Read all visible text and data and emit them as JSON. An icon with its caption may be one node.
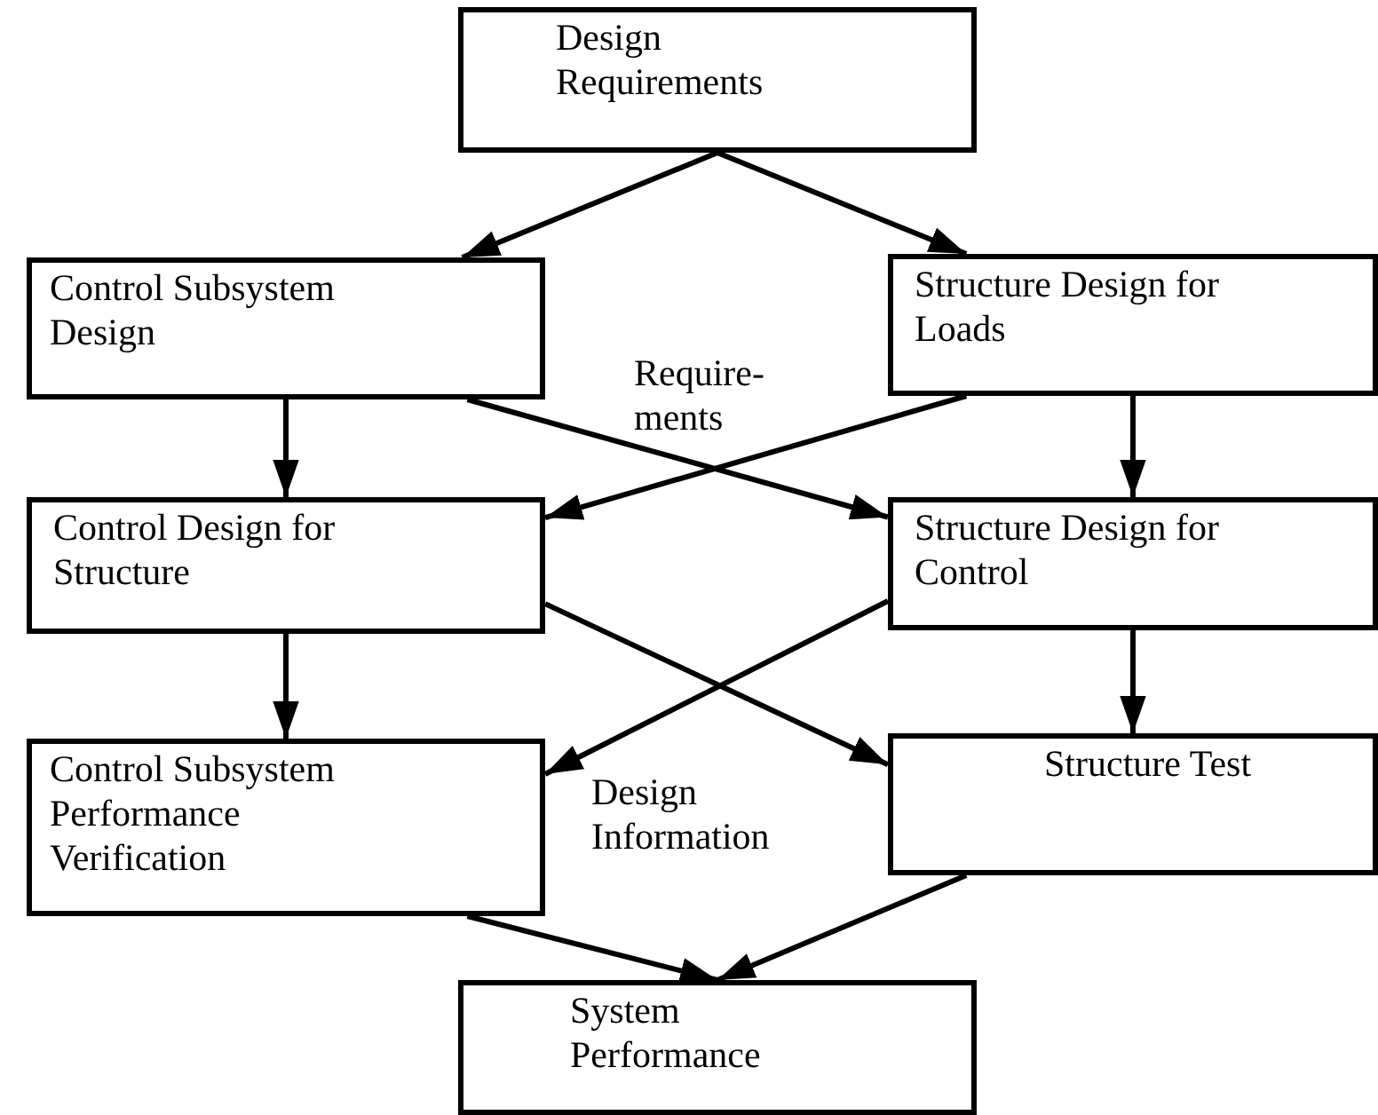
{
  "diagram": {
    "nodes": [
      {
        "text": [
          "Design Requirements"
        ]
      },
      {
        "text": [
          "Control Subsystem Design"
        ]
      },
      {
        "text": [
          "Structure Design for Loads"
        ]
      },
      {
        "text": [
          "Control Design for Structure"
        ]
      },
      {
        "text": [
          "Structure Design for Control"
        ]
      },
      {
        "text": [
          "Control Subsystem Performance Verification"
        ]
      },
      {
        "text": [
          "Structure Test"
        ]
      },
      {
        "text": [
          "System Performance"
        ]
      }
    ],
    "edges": [
      {
        "from": 0,
        "to": 1,
        "arrow": "to"
      },
      {
        "from": 0,
        "to": 2,
        "arrow": "to"
      },
      {
        "from": 1,
        "to": 3,
        "arrow": "to"
      },
      {
        "from": 1,
        "to": 4,
        "arrow": "to"
      },
      {
        "from": 2,
        "to": 3,
        "arrow": "to"
      },
      {
        "from": 2,
        "to": 4,
        "arrow": "to"
      },
      {
        "from": 3,
        "to": 5,
        "arrow": "to"
      },
      {
        "from": 3,
        "to": 6,
        "arrow": "to"
      },
      {
        "from": 4,
        "to": 5,
        "arrow": "to"
      },
      {
        "from": 4,
        "to": 6,
        "arrow": "to"
      },
      {
        "from": 5,
        "to": 7,
        "arrow": "to"
      },
      {
        "from": 6,
        "to": 7,
        "arrow": "to"
      }
    ],
    "labels": [
      "Require- ments",
      "Design Information"
    ]
  }
}
